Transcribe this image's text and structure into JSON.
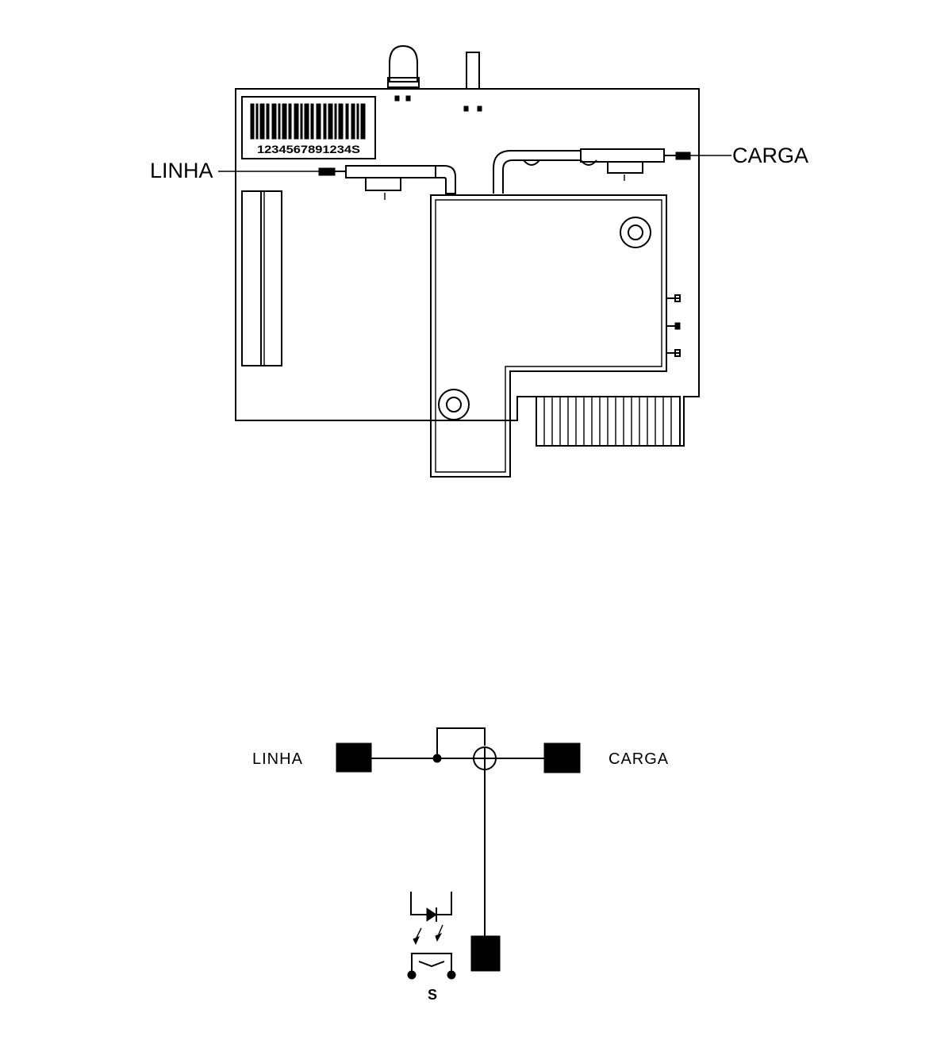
{
  "board": {
    "label_line": "LINHA",
    "label_load": "CARGA",
    "serial_code": "1234567891234S"
  },
  "schematic": {
    "label_line": "LINHA",
    "label_load": "CARGA",
    "relay_label": "S"
  }
}
